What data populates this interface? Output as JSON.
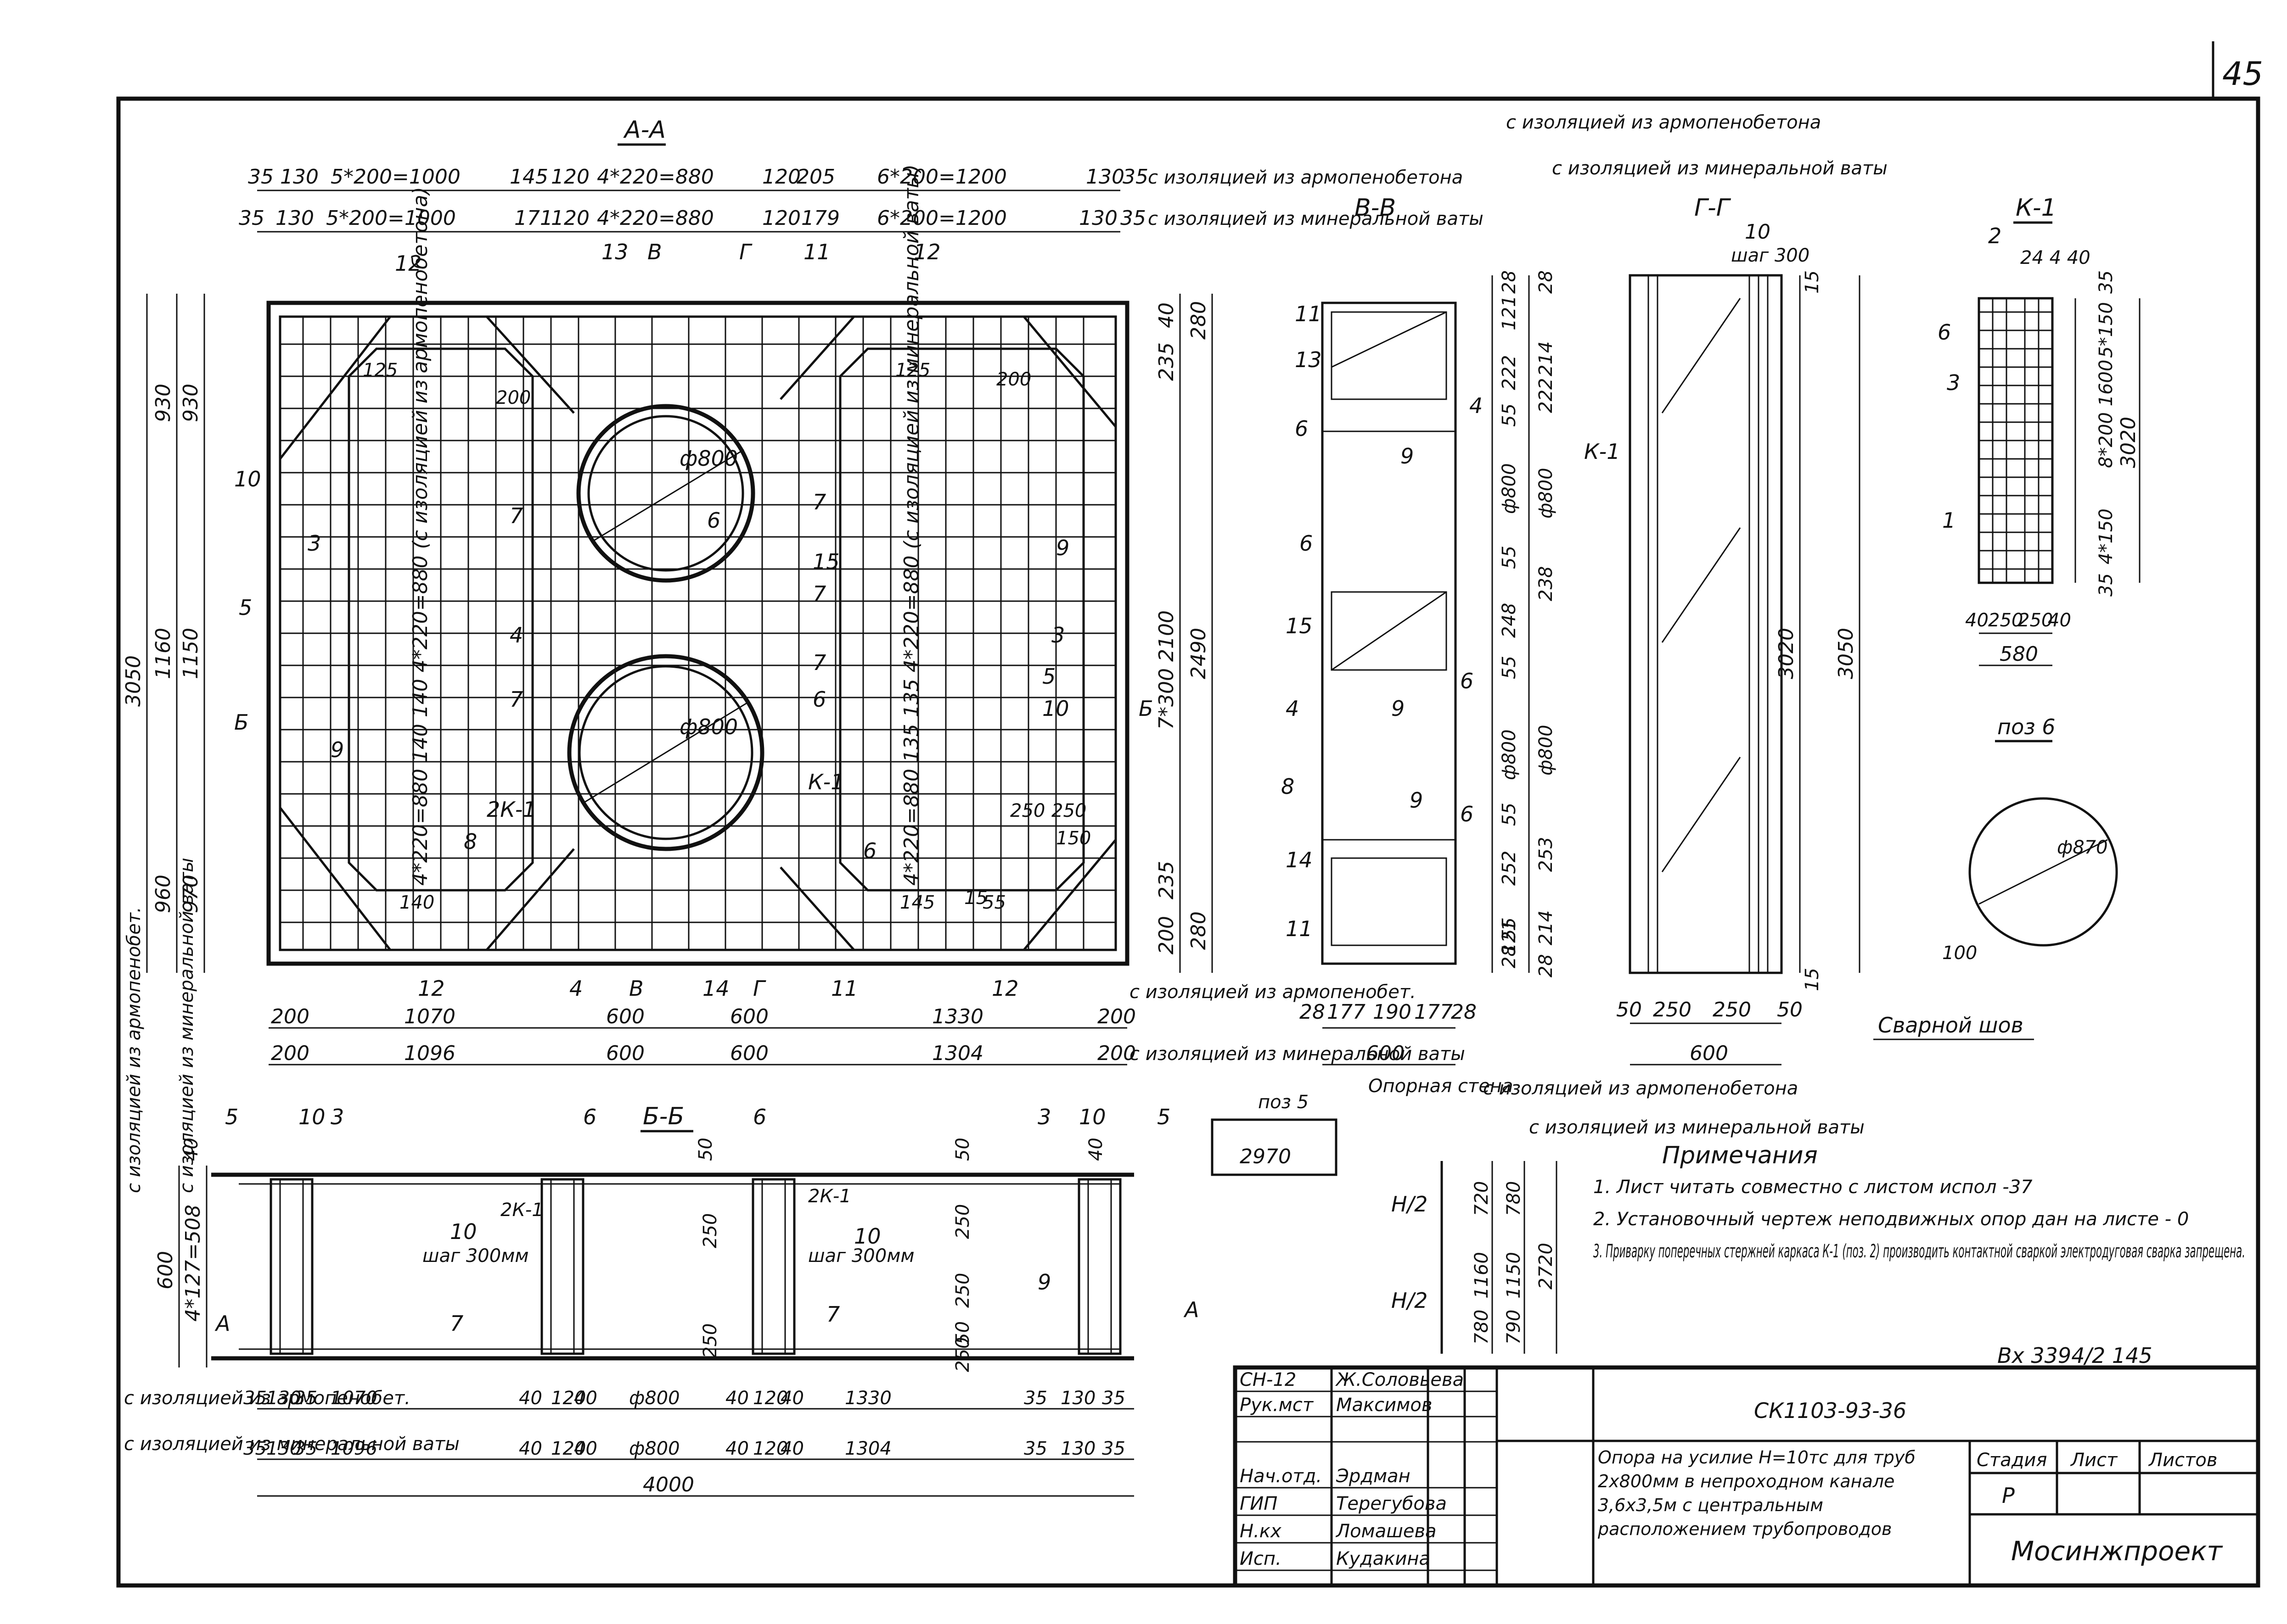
{
  "page_number": "45",
  "sections": {
    "aa": "А-А",
    "bb": "Б-Б",
    "vv": "В-В",
    "gg": "Г-Г",
    "k1": "К-1",
    "pos6": "поз 6"
  },
  "aa_top_dims": {
    "row1": [
      "35",
      "130",
      "5*200=1000",
      "145",
      "120",
      "4*220=880",
      "120",
      "205",
      "6*200=1200",
      "130",
      "35"
    ],
    "row2": [
      "35",
      "130",
      "5*200=1000",
      "171",
      "120",
      "4*220=880",
      "120",
      "179",
      "6*200=1200",
      "130",
      "35"
    ],
    "note1": "с изоляцией из армопенобетона",
    "note2": "с изоляцией из минеральной ваты"
  },
  "aa_left_dims": {
    "overall": "3050",
    "col1": [
      "930",
      "1160",
      "960"
    ],
    "col2": [
      "930",
      "1150",
      "970"
    ]
  },
  "aa_right_dims": {
    "col_a": [
      "40",
      "235",
      "7*300 2100",
      "235",
      "200"
    ],
    "col_b": [
      "280",
      "2490",
      "280"
    ]
  },
  "aa_bottom_dims": {
    "row1": [
      "200",
      "1070",
      "600",
      "600",
      "1330",
      "200"
    ],
    "row2": [
      "200",
      "1096",
      "600",
      "600",
      "1304",
      "200"
    ],
    "note1": "с изоляцией из армопенобет.",
    "note2": "с изоляцией из минеральной ваты"
  },
  "aa_inner": {
    "left_note": "4*220=880 140 140 4*220=880 (с изоляцией из армопенобетона)",
    "right_note": "4*220=880 135 135 4*220=880 (с изоляцией из минеральной ваты)",
    "pipe_dia": "ф800",
    "small_dims": [
      "125",
      "125",
      "200",
      "200",
      "250",
      "250",
      "150",
      "140",
      "15",
      "55",
      "145"
    ]
  },
  "aa_marks": [
    "12",
    "13",
    "В",
    "Г",
    "11",
    "12",
    "10",
    "3",
    "5",
    "Б",
    "9",
    "7",
    "4",
    "7",
    "6",
    "7",
    "15",
    "7",
    "7",
    "6",
    "2К-1",
    "8",
    "К-1",
    "6",
    "9",
    "3",
    "5",
    "10",
    "Б",
    "12",
    "4",
    "В",
    "14",
    "Г",
    "11",
    "12"
  ],
  "left_vert_notes": [
    "с изоляцией из армопенобет.",
    "с изоляцией из минеральной ваты"
  ],
  "vv_section": {
    "marks": [
      "11",
      "13",
      "6",
      "9",
      "6",
      "15",
      "4",
      "6",
      "9",
      "8",
      "14",
      "11",
      "9",
      "6",
      "4"
    ],
    "right_dims": [
      "28",
      "121",
      "222",
      "55",
      "ф800",
      "55",
      "248",
      "55",
      "ф800",
      "55",
      "252",
      "55",
      "28",
      "121"
    ],
    "bottom_dims": [
      "28",
      "177",
      "190",
      "177",
      "28"
    ],
    "width": "600"
  },
  "gg_section": {
    "notes": [
      "с изоляцией из армопенобетона",
      "с изоляцией из минеральной ваты"
    ],
    "right_dims": [
      "28",
      "214",
      "222",
      "ф800",
      "238",
      "ф800",
      "253",
      "214",
      "28"
    ],
    "top": "10",
    "step": "шаг 300",
    "mark": "К-1",
    "heights": [
      "3020",
      "3050"
    ],
    "bottom_dims": [
      "50",
      "250",
      "250",
      "50"
    ],
    "width": "600",
    "top_small": [
      "15",
      "15"
    ]
  },
  "k1_detail": {
    "marks": [
      "2",
      "6",
      "3",
      "1"
    ],
    "top_dims": "24 4 40",
    "right_dims": [
      "35",
      "5*150",
      "8*200 1600",
      "4*150",
      "35"
    ],
    "height": "3020",
    "bottom_dims": [
      "40",
      "250",
      "250",
      "40"
    ],
    "width": "580"
  },
  "pos6": {
    "dia": "ф870",
    "dim": "100",
    "weld": "Сварной шов"
  },
  "bb_section": {
    "top_marks": [
      "5",
      "10",
      "3",
      "6",
      "6",
      "3",
      "10",
      "5"
    ],
    "top_dims": [
      "40",
      "50",
      "50",
      "40"
    ],
    "left_height": "600",
    "left_step": "4*127=508",
    "mid": [
      "10",
      "шаг 300мм",
      "2К-1",
      "7",
      "250",
      "250",
      "50",
      "250"
    ],
    "mid_right": [
      "10",
      "шаг 300мм",
      "2К-1",
      "7",
      "250",
      "250",
      "50",
      "250"
    ],
    "marks_bottom": [
      "А",
      "9",
      "А"
    ],
    "bottom_row1": [
      "35",
      "130",
      "35",
      "1070",
      "40",
      "120",
      "40",
      "ф800",
      "40",
      "120",
      "40",
      "1330",
      "35",
      "130",
      "35"
    ],
    "bottom_row2": [
      "35",
      "130",
      "35",
      "1096",
      "40",
      "120",
      "40",
      "ф800",
      "40",
      "120",
      "40",
      "1304",
      "35",
      "130",
      "35"
    ],
    "total": "4000",
    "note1": "с изоляцией из армопенобет.",
    "note2": "с изоляцией из минеральной ваты"
  },
  "pos5": {
    "label": "поз 5",
    "length": "2970"
  },
  "opora_note": "Опорная стена",
  "support_diagram": {
    "notes": [
      "с изоляцией из армопенобетона",
      "с изоляцией из минеральной ваты"
    ],
    "marks": [
      "Н/2",
      "Н/2"
    ],
    "dims": [
      "720",
      "1160",
      "780",
      "780",
      "1150",
      "790",
      "2720"
    ]
  },
  "notes_title": "Примечания",
  "notes": [
    "1. Лист читать совместно с листом испол -37",
    "2. Установочный чертеж неподвижных опор дан на листе - 0",
    "3. Приварку поперечных стержней каркаса К-1 (поз. 2) производить контактной сваркой электродуговая сварка запрещена."
  ],
  "stamp_code": "Вх 3394/2 145",
  "title_block": {
    "rows": [
      {
        "role": "СН-12",
        "name": "Ж.Соловьева"
      },
      {
        "role": "Рук.мст",
        "name": "Максимов"
      },
      {
        "role": "",
        "name": ""
      },
      {
        "role": "Нач.отд.",
        "name": "Эрдман"
      },
      {
        "role": "ГИП",
        "name": "Терегубова"
      },
      {
        "role": "Н.кх",
        "name": "Ломашева"
      },
      {
        "role": "Исп.",
        "name": "Кудакина"
      }
    ],
    "code": "СК1103-93-36",
    "description": "Опора на усилие Н=10тс для труб 2х800мм в непроходном канале 3,6х3,5м с центральным расположением трубопроводов",
    "headers": [
      "Стадия",
      "Лист",
      "Листов"
    ],
    "stage": "Р",
    "org": "Мосинжпроект"
  }
}
